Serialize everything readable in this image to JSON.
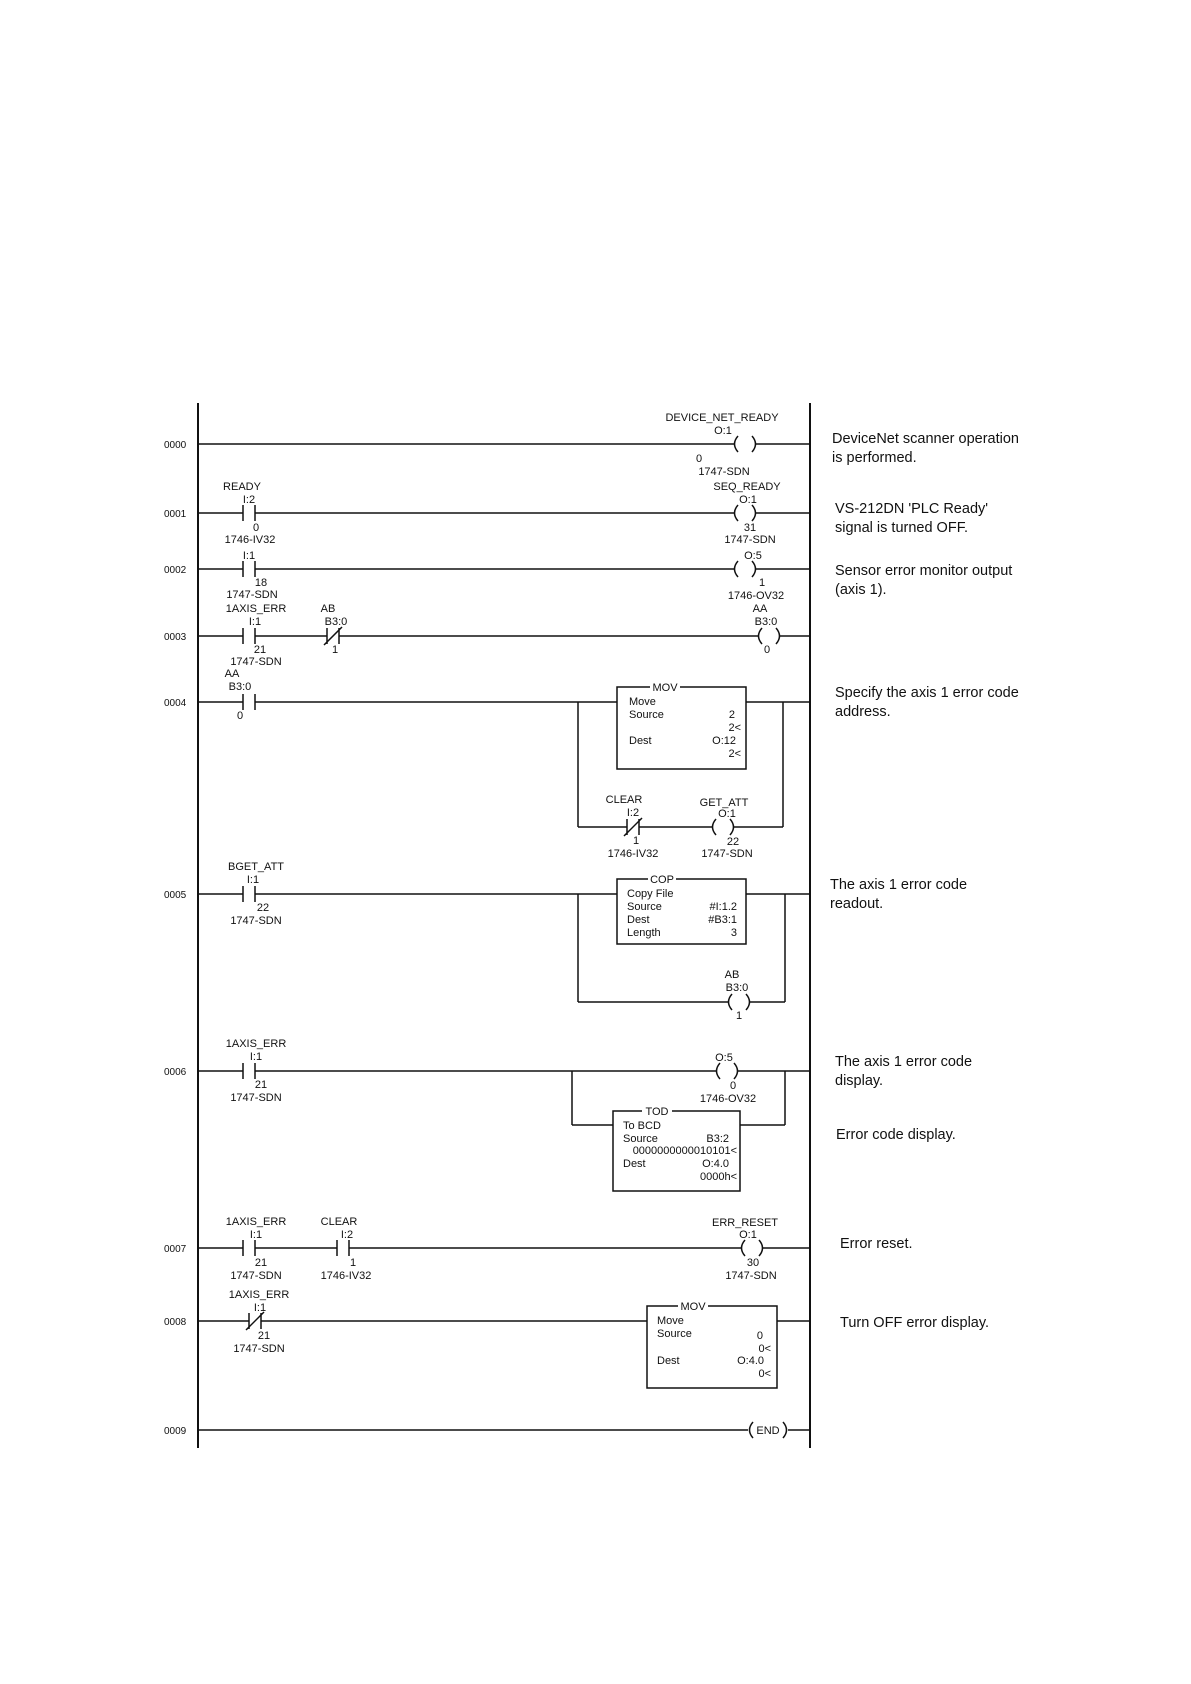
{
  "rungs": [
    {
      "number": "0000",
      "comment": [
        "DeviceNet scanner operation",
        "is performed."
      ]
    },
    {
      "number": "0001",
      "comment": [
        "VS-212DN 'PLC Ready'",
        "signal is turned OFF."
      ]
    },
    {
      "number": "0002",
      "comment": [
        "Sensor error monitor output",
        "(axis 1)."
      ]
    },
    {
      "number": "0003",
      "comment": []
    },
    {
      "number": "0004",
      "comment": [
        "Specify the axis 1 error code",
        "address."
      ]
    },
    {
      "number": "0005",
      "comment": [
        "The axis 1 error code",
        "readout."
      ]
    },
    {
      "number": "0006",
      "comment": [
        "The axis 1 error code",
        "display."
      ],
      "comment2": [
        "Error code display."
      ]
    },
    {
      "number": "0007",
      "comment": [
        "Error reset."
      ]
    },
    {
      "number": "0008",
      "comment": [
        "Turn OFF error display."
      ]
    },
    {
      "number": "0009",
      "comment": []
    }
  ],
  "elements": {
    "r0_coil": {
      "tag": "DEVICE_NET_READY",
      "addr": "O:1",
      "bit": "0",
      "module": "1747-SDN"
    },
    "r1_contact": {
      "tag": "READY",
      "addr": "I:2",
      "bit": "0",
      "module": "1746-IV32"
    },
    "r1_coil": {
      "tag": "SEQ_READY",
      "addr": "O:1",
      "bit": "31",
      "module": "1747-SDN"
    },
    "r2_contact": {
      "addr": "I:1",
      "bit": "18",
      "module": "1747-SDN"
    },
    "r2_coil": {
      "addr": "O:5",
      "bit": "1",
      "module": "1746-OV32"
    },
    "r3_contact1": {
      "tag": "1AXIS_ERR",
      "addr": "I:1",
      "bit": "21",
      "module": "1747-SDN"
    },
    "r3_contact2": {
      "tag": "AB",
      "addr": "B3:0",
      "bit": "1"
    },
    "r3_coil": {
      "tag": "AA",
      "addr": "B3:0",
      "bit": "0"
    },
    "r4_contact": {
      "tag": "AA",
      "addr": "B3:0",
      "bit": "0"
    },
    "r4_mov": {
      "name": "MOV",
      "title": "Move",
      "src_label": "Source",
      "src_val": "2",
      "src_val2": "2<",
      "dest_label": "Dest",
      "dest_val": "O:12",
      "dest_val2": "2<"
    },
    "r4_contact_clear": {
      "tag": "CLEAR",
      "addr": "I:2",
      "bit": "1",
      "module": "1746-IV32"
    },
    "r4_coil": {
      "tag": "GET_ATT",
      "addr": "O:1",
      "bit": "22",
      "module": "1747-SDN"
    },
    "r5_contact": {
      "tag": "BGET_ATT",
      "addr": "I:1",
      "bit": "22",
      "module": "1747-SDN"
    },
    "r5_cop": {
      "name": "COP",
      "title": "Copy File",
      "src_label": "Source",
      "src_val": "#I:1.2",
      "dest_label": "Dest",
      "dest_val": "#B3:1",
      "len_label": "Length",
      "len_val": "3"
    },
    "r5_coil": {
      "tag": "AB",
      "addr": "B3:0",
      "bit": "1"
    },
    "r6_contact": {
      "tag": "1AXIS_ERR",
      "addr": "I:1",
      "bit": "21",
      "module": "1747-SDN"
    },
    "r6_coil": {
      "addr": "O:5",
      "bit": "0",
      "module": "1746-OV32"
    },
    "r6_tod": {
      "name": "TOD",
      "title": "To BCD",
      "src_label": "Source",
      "src_val": "B3:2",
      "src_val2": "0000000000010101<",
      "dest_label": "Dest",
      "dest_val": "O:4.0",
      "dest_val2": "0000h<"
    },
    "r7_contact1": {
      "tag": "1AXIS_ERR",
      "addr": "I:1",
      "bit": "21",
      "module": "1747-SDN"
    },
    "r7_contact2": {
      "tag": "CLEAR",
      "addr": "I:2",
      "bit": "1",
      "module": "1746-IV32"
    },
    "r7_coil": {
      "tag": "ERR_RESET",
      "addr": "O:1",
      "bit": "30",
      "module": "1747-SDN"
    },
    "r8_contact": {
      "tag": "1AXIS_ERR",
      "addr": "I:1",
      "bit": "21",
      "module": "1747-SDN"
    },
    "r8_mov": {
      "name": "MOV",
      "title": "Move",
      "src_label": "Source",
      "src_val": "0",
      "src_val2": "0<",
      "dest_label": "Dest",
      "dest_val": "O:4.0",
      "dest_val2": "0<"
    },
    "r9_end": {
      "label": "END"
    }
  }
}
